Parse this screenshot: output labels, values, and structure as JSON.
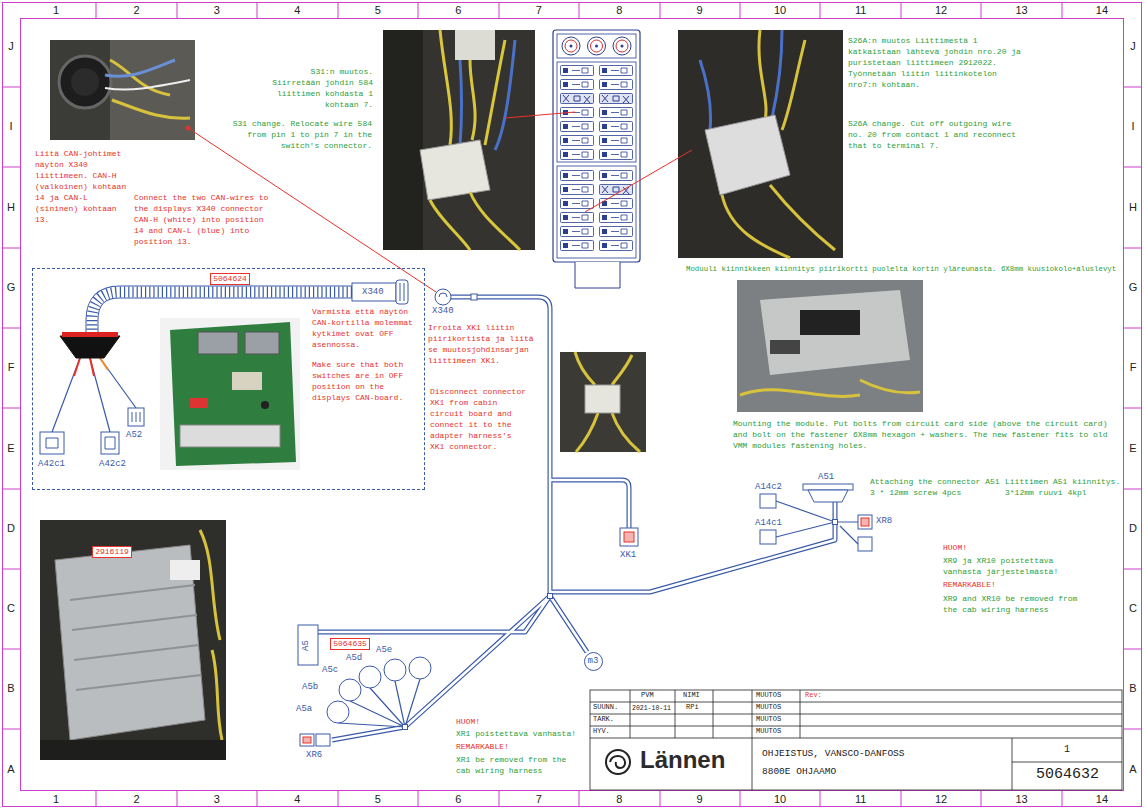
{
  "diagram": {
    "nodes": [
      {
        "text": [
          "Varmista että näytön CAN-kortilla molemmat kytkimet ovat OFF asennossa.",
          "Make sure that both switches are in OFF position on the displays CAN-board."
        ]
      },
      {
        "text": [
          "5064624"
        ],
        "in": 0
      },
      {
        "text": [
          "5064635"
        ]
      },
      {
        "text": [
          "2916119"
        ]
      },
      {
        "text": [
          "m3"
        ]
      }
    ],
    "labels": [
      "1",
      "2",
      "3",
      "4",
      "5",
      "6",
      "7",
      "8",
      "9",
      "10",
      "11",
      "12",
      "13",
      "14",
      "1",
      "2",
      "3",
      "4",
      "5",
      "6",
      "7",
      "8",
      "9",
      "10",
      "11",
      "12",
      "13",
      "14",
      "J",
      "I",
      "H",
      "G",
      "F",
      "E",
      "D",
      "C",
      "B",
      "A",
      "J",
      "I",
      "H",
      "G",
      "F",
      "E",
      "D",
      "C",
      "B",
      "A",
      "Liitä CAN-johtimet näytön X340 liittimeen. CAN-H (valkoinen) kohtaan 14 ja CAN-L (sininen) kohtaan 13.",
      "Connect the two CAN-wires to the displays X340 connector CAN-H (white) into position 14 and CAN-L (blue) into position 13.",
      "S31:n muutos. Siirretään johdin 584 liittimen kohdasta 1 kohtaan 7.",
      "S31 change. Relocate wire 584 from pin 1 to pin 7 in the switch's connector.",
      "S26A:n muutos Liittimestä 1 katkaistaan lähtevä johdin nro.20 ja puristetaan liittimeen 2912022. Työnnetään liitin liitinkotelon nro7:n kohtaan.",
      "S26A change. Cut off outgoing wire no. 20 from contact 1 and reconnect that to terminal 7.",
      "Moduuli kiinnikkeen kiinnitys piirikortti puolelta kortin yläreunasta. 6X8mm kuusiokolo+aluslevyt",
      "Mounting the module. Put bolts from circuit card side (above the circuit card) and bolt on the fastener 6X8mm hexagon + washers. The new fastener fits to old VMM modules fastening holes.",
      "Attaching the connector A51 3 * 12mm screw 4pcs",
      "Liittimen A51 kiinnitys. 3*12mm ruuvi 4kpl",
      "Irroita XK1 liitin piirikortista ja liitä se muutosjohdinsarjan liittimeen XK1.",
      "Disconnect connector XK1 from cabin circuit board and connect it to the adapter harness's XK1 connector.",
      "X340",
      "X340",
      "A42c1",
      "A42c2",
      "A52",
      "XK1",
      "A51",
      "A14c2",
      "A14c1",
      "XR8",
      "A5",
      "A5a",
      "A5b",
      "A5c",
      "A5d",
      "A5e",
      "XR6",
      "HUOM!",
      "XR9 ja XR10 poistettava vanhasta järjestelmästä!",
      "REMARKABLE!",
      "XR9 and XR10 be removed from the cab wiring harness",
      "HUOM!",
      "XR1 poistettava vanhasta!",
      "REMARKABLE!",
      "XR1 be removed from the cab wiring harness",
      "PVM",
      "NIMI",
      "MUUTOS",
      "Rev:",
      "SUUNN.",
      "2021-10-11",
      "RPi",
      "MUUTOS",
      "TARK.",
      "MUUTOS",
      "HYV.",
      "MUUTOS",
      "Lännen",
      "OHJEISTUS, VANSCO-DANFOSS",
      "8800E OHJAAMO",
      "1",
      "5064632"
    ]
  }
}
